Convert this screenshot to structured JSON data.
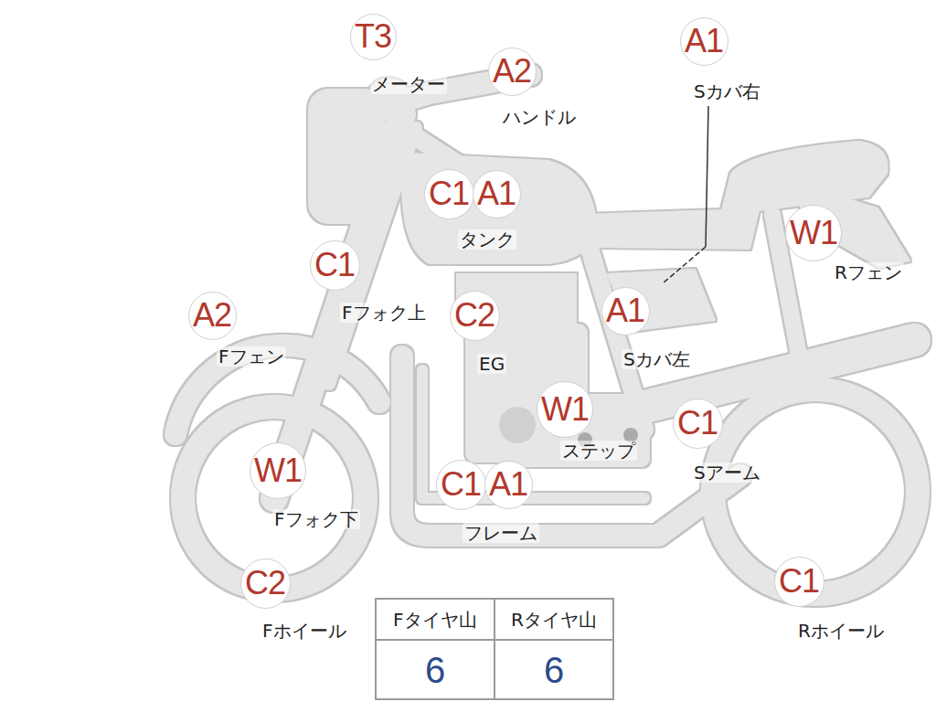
{
  "diagram": {
    "nodes": [
      {
        "text": [
          "T3"
        ]
      },
      {
        "text": [
          "A2"
        ]
      },
      {
        "text": [
          "A1"
        ]
      },
      {
        "text": [
          "C1"
        ]
      },
      {
        "text": [
          "A1"
        ]
      },
      {
        "text": [
          "W1"
        ]
      },
      {
        "text": [
          "C1"
        ]
      },
      {
        "text": [
          "A2"
        ]
      },
      {
        "text": [
          "C2"
        ]
      },
      {
        "text": [
          "A1"
        ]
      },
      {
        "text": [
          "W1"
        ]
      },
      {
        "text": [
          "C1"
        ]
      },
      {
        "text": [
          "W1"
        ]
      },
      {
        "text": [
          "C1"
        ]
      },
      {
        "text": [
          "A1"
        ]
      },
      {
        "text": [
          "C2"
        ]
      },
      {
        "text": [
          "C1"
        ]
      }
    ],
    "labels": [
      "メーター",
      "ハンドル",
      "Sカバ右",
      "タンク",
      "Rフェン",
      "Fフォク上",
      "Fフェン",
      "EG",
      "Sカバ左",
      "ステップ",
      "Sアーム",
      "Fフォク下",
      "フレーム",
      "Fホイール",
      "Rホイール",
      "Fタイヤ山",
      "Rタイヤ山",
      "6",
      "6"
    ]
  }
}
